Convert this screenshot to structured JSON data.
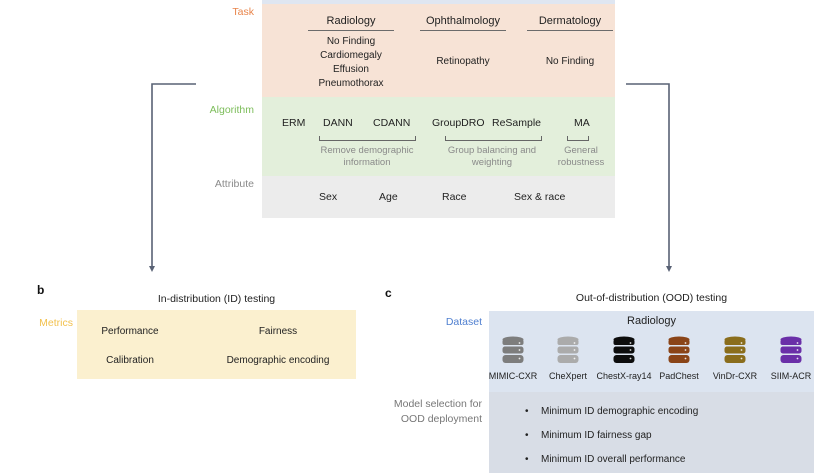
{
  "panel_a": {
    "task": {
      "label": "Task",
      "label_color": "#e8844a",
      "columns": [
        {
          "header": "Radiology",
          "items": [
            "No Finding",
            "Cardiomegaly",
            "Effusion",
            "Pneumothorax"
          ]
        },
        {
          "header": "Ophthalmology",
          "items": [
            "Retinopathy"
          ]
        },
        {
          "header": "Dermatology",
          "items": [
            "No Finding"
          ]
        }
      ]
    },
    "algorithm": {
      "label": "Algorithm",
      "label_color": "#7cbd5a",
      "items": [
        "ERM",
        "DANN",
        "CDANN",
        "GroupDRO",
        "ReSample",
        "MA"
      ],
      "groups": [
        {
          "caption_line1": "Remove demographic",
          "caption_line2": "information"
        },
        {
          "caption_line1": "Group balancing and",
          "caption_line2": "weighting"
        },
        {
          "caption_line1": "General",
          "caption_line2": "robustness"
        }
      ]
    },
    "attribute": {
      "label": "Attribute",
      "items": [
        "Sex",
        "Age",
        "Race",
        "Sex & race"
      ]
    }
  },
  "panel_b": {
    "letter": "b",
    "title": "In-distribution (ID) testing",
    "metrics_label": "Metrics",
    "metrics_label_color": "#f2c14e",
    "metrics": [
      "Performance",
      "Fairness",
      "Calibration",
      "Demographic encoding"
    ]
  },
  "panel_c": {
    "letter": "c",
    "title": "Out-of-distribution (OOD) testing",
    "dataset_label": "Dataset",
    "dataset_label_color": "#4f7fd0",
    "dataset_group": "Radiology",
    "datasets": [
      {
        "name": "MIMIC-CXR",
        "color": "#7d7d7d"
      },
      {
        "name": "CheXpert",
        "color": "#ababab"
      },
      {
        "name": "ChestX-ray14",
        "color": "#0d0d0d"
      },
      {
        "name": "PadChest",
        "color": "#8a4418"
      },
      {
        "name": "VinDr-CXR",
        "color": "#8a6d1c"
      },
      {
        "name": "SIIM-ACR",
        "color": "#6a2fa8"
      }
    ],
    "selection_label_line1": "Model selection for",
    "selection_label_line2": "OOD deployment",
    "selection_criteria": [
      "Minimum ID demographic encoding",
      "Minimum ID fairness gap",
      "Minimum ID overall performance"
    ]
  },
  "colors": {
    "task_bg": "#f7e3d6",
    "algorithm_bg": "#e3efdb",
    "attribute_bg": "#ececec",
    "top_strip_bg": "#dfe6f1",
    "metrics_bg": "#fbf0cf",
    "dataset_bg": "#dce4f0",
    "selection_bg": "#d8dde6",
    "arrow": "#596275"
  }
}
